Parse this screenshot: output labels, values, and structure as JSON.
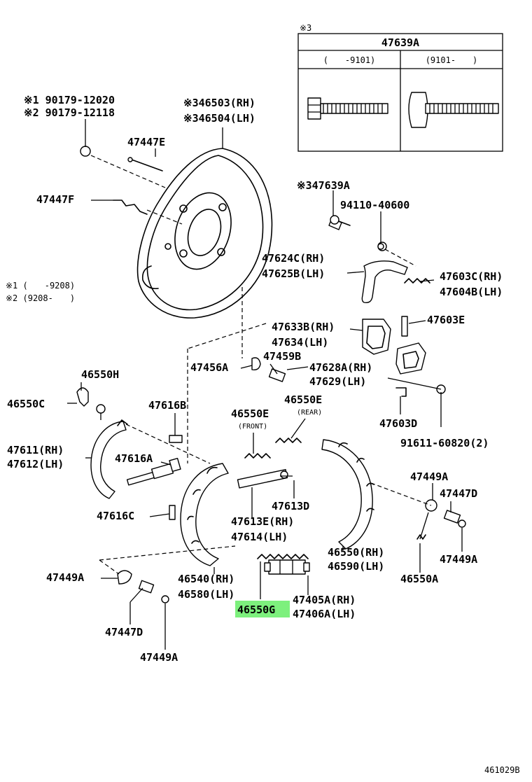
{
  "table": {
    "note_mark": "※3",
    "title": "47639A",
    "col1": "(　　-9101)",
    "col2": "(9101-　　)"
  },
  "labels": {
    "l_90179_12020": "※1 90179-12020",
    "l_90179_12118": "※2 90179-12118",
    "l_46503": "※346503(RH)",
    "l_46504": "※346504(LH)",
    "l_47447E": "47447E",
    "l_47447F": "47447F",
    "l_note1": "※1 (　　-9208)",
    "l_note2": "※2 (9208-　　)",
    "l_47639A": "※347639A",
    "l_94110": "94110-40600",
    "l_47624C": "47624C(RH)",
    "l_47625B": "47625B(LH)",
    "l_47603C": "47603C(RH)",
    "l_47604B": "47604B(LH)",
    "l_47603E": "47603E",
    "l_47633B": "47633B(RH)",
    "l_47634": "47634(LH)",
    "l_47456A": "47456A",
    "l_47459B": "47459B",
    "l_47628A": "47628A(RH)",
    "l_47629": "47629(LH)",
    "l_46550H": "46550H",
    "l_46550C": "46550C",
    "l_47616B": "47616B",
    "l_46550E_front": "46550E",
    "l_front": "(FRONT)",
    "l_46550E_rear": "46550E",
    "l_rear": "(REAR)",
    "l_47603D": "47603D",
    "l_91611": "91611-60820(2)",
    "l_47611": "47611(RH)",
    "l_47612": "47612(LH)",
    "l_47616A": "47616A",
    "l_47613D": "47613D",
    "l_47449A_r1": "47449A",
    "l_47447D_r": "47447D",
    "l_47616C": "47616C",
    "l_47613E": "47613E(RH)",
    "l_47614": "47614(LH)",
    "l_46550": "46550(RH)",
    "l_46590": "46590(LH)",
    "l_47449A_r2": "47449A",
    "l_47449A_l": "47449A",
    "l_46540": "46540(RH)",
    "l_46580": "46580(LH)",
    "l_46550A": "46550A",
    "l_46550G": "46550G",
    "l_47405A": "47405A(RH)",
    "l_47406A": "47406A(LH)",
    "l_47447D_l": "47447D",
    "l_47449A_b": "47449A",
    "fig_code": "461029B"
  },
  "colors": {
    "highlight": "#7df07d",
    "ink": "#000000",
    "paper": "#ffffff"
  }
}
